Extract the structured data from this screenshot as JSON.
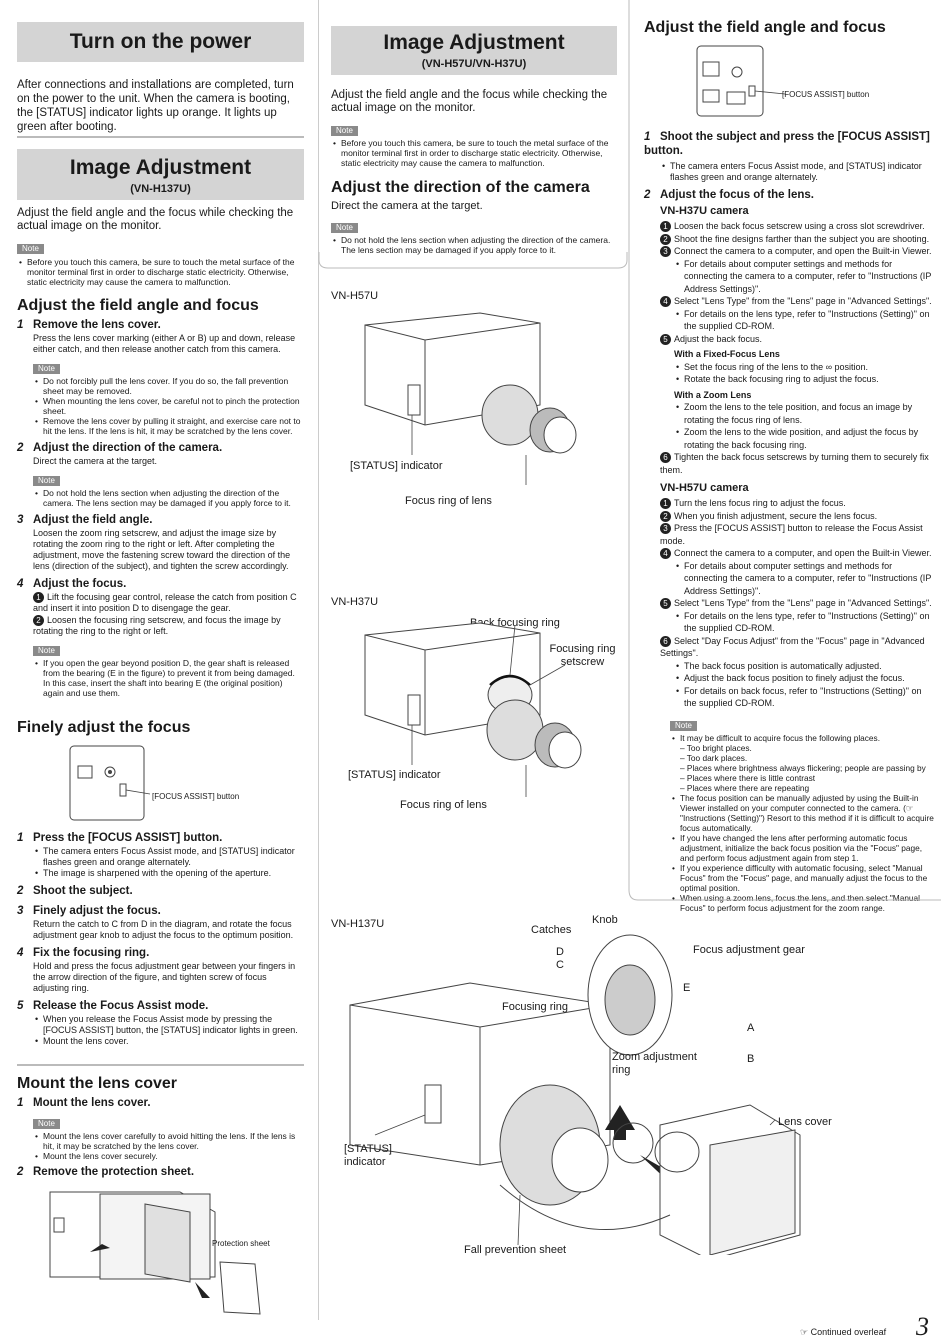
{
  "col1": {
    "power_title": "Turn on the power",
    "power_text": "After connections and installations are completed, turn on the power to the unit. When the camera is booting, the [STATUS] indicator lights up orange. It lights up green after booting.",
    "adj_title": "Image Adjustment",
    "adj_model": "(VN-H137U)",
    "adj_intro": "Adjust the field angle and the focus while checking the actual image on the monitor.",
    "note_label": "Note",
    "note1": "Before you touch this camera, be sure to touch the metal surface of the monitor terminal first in order to discharge static electricity. Otherwise, static electricity may cause the camera to malfunction.",
    "field_title": "Adjust the field angle and focus",
    "s1": "Remove the lens cover.",
    "s1_text": "Press the lens cover marking (either A or B) up and down, release either catch, and then release another catch from this camera.",
    "s1_notes": [
      "Do not forcibly pull the lens cover. If you do so, the fall prevention sheet may be removed.",
      "When mounting the lens cover, be careful not to pinch the protection sheet.",
      "Remove the lens cover by pulling it straight, and exercise care not to hit the lens. If the lens is hit, it may be scratched by the lens cover."
    ],
    "s2": "Adjust the direction of the camera.",
    "s2_text": "Direct the camera at the target.",
    "s2_note": "Do not hold the lens section when adjusting the direction of the camera. The lens section may be damaged if you apply force to it.",
    "s3": "Adjust the field angle.",
    "s3_text": "Loosen the zoom ring setscrew, and adjust the image size by rotating the zoom ring to the right or left. After completing the adjustment, move the fastening screw toward the direction of the lens (direction of the subject), and tighten the screw accordingly.",
    "s4": "Adjust the focus.",
    "s4_a": "Lift the focusing gear control, release the catch from position C and insert it into position D to disengage the gear.",
    "s4_b": "Loosen the focusing ring setscrew, and focus the image by rotating the ring to the right or left.",
    "s4_note": "If you open the gear beyond position D, the gear shaft is released from the bearing (E in the figure) to prevent it from being damaged. In this case, insert the shaft into bearing E (the original position) again and use them.",
    "fine_title": "Finely adjust the focus",
    "focus_btn_label": "[FOCUS ASSIST] button",
    "f1": "Press the [FOCUS ASSIST] button.",
    "f1_b": [
      "The camera enters Focus Assist mode, and [STATUS] indicator flashes green and orange alternately.",
      "The image is sharpened with the opening of the aperture."
    ],
    "f2": "Shoot the subject.",
    "f3": "Finely adjust the focus.",
    "f3_text": "Return the catch to C from D in the diagram, and rotate the focus adjustment gear knob to adjust the focus to the optimum position.",
    "f4": "Fix the focusing ring.",
    "f4_text": "Hold and press the focus adjustment gear between your fingers in the arrow direction of the figure, and tighten screw of focus adjusting ring.",
    "f5": "Release the Focus Assist mode.",
    "f5_b": [
      "When you release the Focus Assist mode by pressing the [FOCUS ASSIST] button, the [STATUS] indicator lights in green.",
      "Mount the lens cover."
    ],
    "mount_title": "Mount the lens cover",
    "m1": "Mount the lens cover.",
    "m1_notes": [
      "Mount the lens cover carefully to avoid hitting the lens. If the lens is hit, it may be scratched by the lens cover.",
      "Mount the lens cover securely."
    ],
    "m2": "Remove the protection sheet.",
    "protection_label": "Protection sheet"
  },
  "col2": {
    "adj_title": "Image Adjustment",
    "adj_model": "(VN-H57U/VN-H37U)",
    "adj_intro": "Adjust the field angle and the focus while checking the actual image on the monitor.",
    "note_label": "Note",
    "note1": "Before you touch this camera, be sure to touch the metal surface of the monitor terminal first in order to discharge static electricity. Otherwise, static electricity may cause the camera to malfunction.",
    "dir_title": "Adjust the direction of the camera",
    "dir_text": "Direct the camera at the target.",
    "dir_note": "Do not hold the lens section when adjusting the direction of the camera. The lens section may be damaged if you apply force to it.",
    "h57_label": "VN-H57U",
    "h37_label": "VN-H37U",
    "h137_label": "VN-H137U",
    "status_label": "[STATUS] indicator",
    "focus_ring_lens": "Focus ring of lens",
    "back_focusing_ring": "Back focusing ring",
    "focusing_ring_setscrew": "Focusing ring setscrew",
    "knob": "Knob",
    "catches": "Catches",
    "d": "D",
    "c": "C",
    "focus_gear": "Focus adjustment gear",
    "e": "E",
    "focusing_ring": "Focusing ring",
    "a": "A",
    "b": "B",
    "zoom_ring": "Zoom adjustment ring",
    "lens_cover": "Lens cover",
    "status_label2": "[STATUS] indicator",
    "fall_sheet": "Fall prevention sheet"
  },
  "col3": {
    "title": "Adjust the field angle and focus",
    "focus_btn_label": "[FOCUS ASSIST] button",
    "s1": "Shoot the subject and press the [FOCUS ASSIST] button.",
    "s1_b": "The camera enters Focus Assist mode, and [STATUS] indicator flashes green and orange alternately.",
    "s2": "Adjust the focus of the lens.",
    "h37_title": "VN-H37U camera",
    "h37_steps": [
      "Loosen the back focus setscrew using a cross slot screwdriver.",
      "Shoot the fine designs farther than the subject you are shooting.",
      "Connect the camera to a computer, and open the Built-in Viewer."
    ],
    "h37_3b": "For details about computer settings and methods for connecting the camera to a computer, refer to \"Instructions (IP Address Settings)\".",
    "h37_4": "Select \"Lens Type\" from the \"Lens\" page in \"Advanced Settings\".",
    "h37_4b": "For details on the lens type, refer to \"Instructions (Setting)\" on the supplied CD-ROM.",
    "h37_5": "Adjust the back focus.",
    "fixed_title": "With a Fixed-Focus Lens",
    "fixed_b": [
      "Set the focus ring of the lens to the ∞ position.",
      "Rotate the back focusing ring to adjust the focus."
    ],
    "zoom_title": "With a Zoom Lens",
    "zoom_b": [
      "Zoom the lens to the tele position, and focus an image by rotating the focus ring of lens.",
      "Zoom the lens to the wide position, and adjust the focus by rotating the back focusing ring."
    ],
    "h37_6": "Tighten the back focus setscrews by turning them to securely fix them.",
    "h57_title": "VN-H57U camera",
    "h57_steps": [
      "Turn the lens focus ring to adjust the focus.",
      "When you finish adjustment, secure the lens focus.",
      "Press the [FOCUS ASSIST] button to release the Focus Assist mode.",
      "Connect the camera to a computer, and open the Built-in Viewer."
    ],
    "h57_4b": "For details about computer settings and methods for connecting the camera to a computer, refer to \"Instructions (IP Address Settings)\".",
    "h57_5": "Select \"Lens Type\" from the \"Lens\" page in \"Advanced Settings\".",
    "h57_5b": "For details on the lens type, refer to \"Instructions (Setting)\" on the supplied CD-ROM.",
    "h57_6": "Select \"Day Focus Adjust\" from the \"Focus\" page in \"Advanced Settings\".",
    "h57_6b": [
      "The back focus position is automatically adjusted.",
      "Adjust the back focus position to finely adjust the focus.",
      "For details on back focus, refer to \"Instructions (Setting)\" on the supplied CD-ROM."
    ],
    "note_label": "Note",
    "notes": [
      "It may be difficult to acquire focus the following places.",
      "– Too bright places.",
      "– Too dark places.",
      "– Places where brightness always flickering; people are passing by",
      "– Places where there is little contrast",
      "– Places where there are repeating",
      "The focus position can be manually adjusted by using the Built-in Viewer installed on your computer connected to the camera. (☞ \"Instructions (Setting)\") Resort to this method if it is difficult to acquire focus automatically.",
      "If you have changed the lens after performing automatic focus adjustment, initialize the back focus position via the \"Focus\" page, and perform focus adjustment again from step 1.",
      "If you experience difficulty with automatic focusing, select \"Manual Focus\" from the \"Focus\" page, and manually adjust the focus to the optimal position.",
      "When using a zoom lens, focus the lens, and then select \"Manual Focus\" to perform focus adjustment for the zoom range."
    ]
  },
  "footer": {
    "continued": "☞ Continued overleaf",
    "page": "3"
  }
}
